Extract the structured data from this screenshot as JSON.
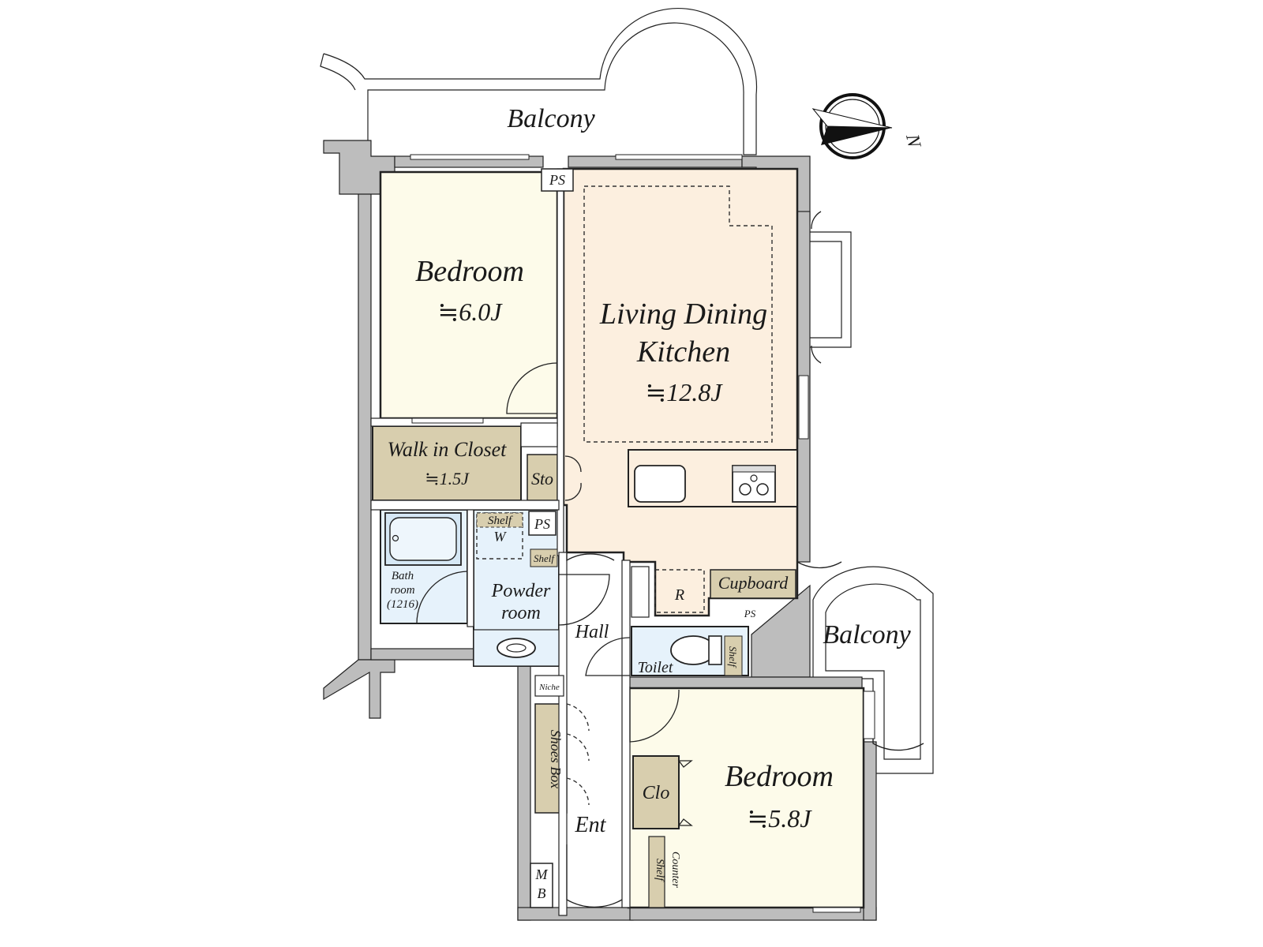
{
  "compass": {
    "north_label": "N"
  },
  "balcony_top": {
    "label": "Balcony"
  },
  "balcony_right": {
    "label": "Balcony"
  },
  "bedroom_1": {
    "name": "Bedroom",
    "size": "≒6.0J"
  },
  "ldk": {
    "name_line1": "Living Dining",
    "name_line2": "Kitchen",
    "size": "≒12.8J"
  },
  "walk_in_closet": {
    "name": "Walk in Closet",
    "size": "≒1.5J"
  },
  "storage": {
    "label": "Sto"
  },
  "ps_top": {
    "label": "PS"
  },
  "ps_mid": {
    "label": "PS"
  },
  "ps_bottom": {
    "label": "PS"
  },
  "bathroom": {
    "line1": "Bath",
    "line2": "room",
    "line3": "(1216)"
  },
  "powder_room": {
    "line1": "Powder",
    "line2": "room",
    "shelf_top": "Shelf",
    "washer": "W",
    "shelf_side": "Shelf"
  },
  "refrigerator": {
    "label": "R"
  },
  "cupboard": {
    "label": "Cupboard"
  },
  "hall": {
    "label": "Hall"
  },
  "toilet": {
    "label": "Toilet",
    "shelf": "Shelf"
  },
  "niche": {
    "label": "Niche"
  },
  "shoes_box": {
    "label": "Shoes Box"
  },
  "entrance": {
    "label": "Ent"
  },
  "meter_box": {
    "line1": "M",
    "line2": "B"
  },
  "closet": {
    "label": "Clo"
  },
  "counter_shelf": {
    "line1": "Counter",
    "line2": "Shelf"
  },
  "bedroom_2": {
    "name": "Bedroom",
    "size": "≒5.8J"
  },
  "colors": {
    "bedroom_fill": "#fdfbea",
    "ldk_fill": "#fcefdf",
    "closet_fill": "#d8ceae",
    "wet_fill": "#e6f2fb",
    "wall_fill": "#bdbdbd"
  }
}
